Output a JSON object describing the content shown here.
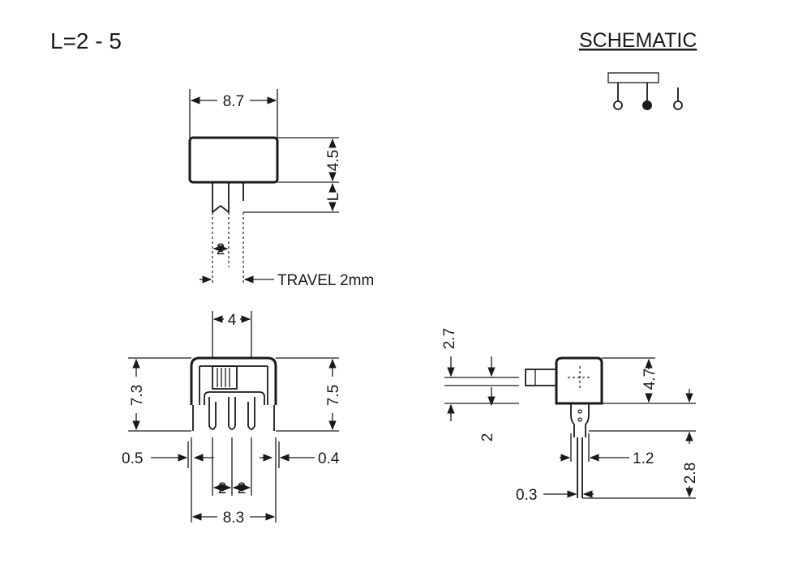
{
  "header": {
    "length_note": "L=2 - 5",
    "schematic_title": "SCHEMATIC"
  },
  "top_view": {
    "width": "8.7",
    "height": "4.5",
    "lever_length": "L",
    "lever_width": "2",
    "travel": "TRAVEL 2mm"
  },
  "front_view": {
    "slot_width": "4",
    "left_height": "7.3",
    "right_height": "7.5",
    "left_pin_width": "0.5",
    "right_pin_width": "0.4",
    "pitch_left": "2",
    "pitch_right": "2",
    "overall_width": "8.3"
  },
  "side_view": {
    "lever_dim": "2.7",
    "lever_offset": "2",
    "body_height": "4.7",
    "pin_width": "1.2",
    "pin_length": "2.8",
    "pin_thickness": "0.3"
  }
}
